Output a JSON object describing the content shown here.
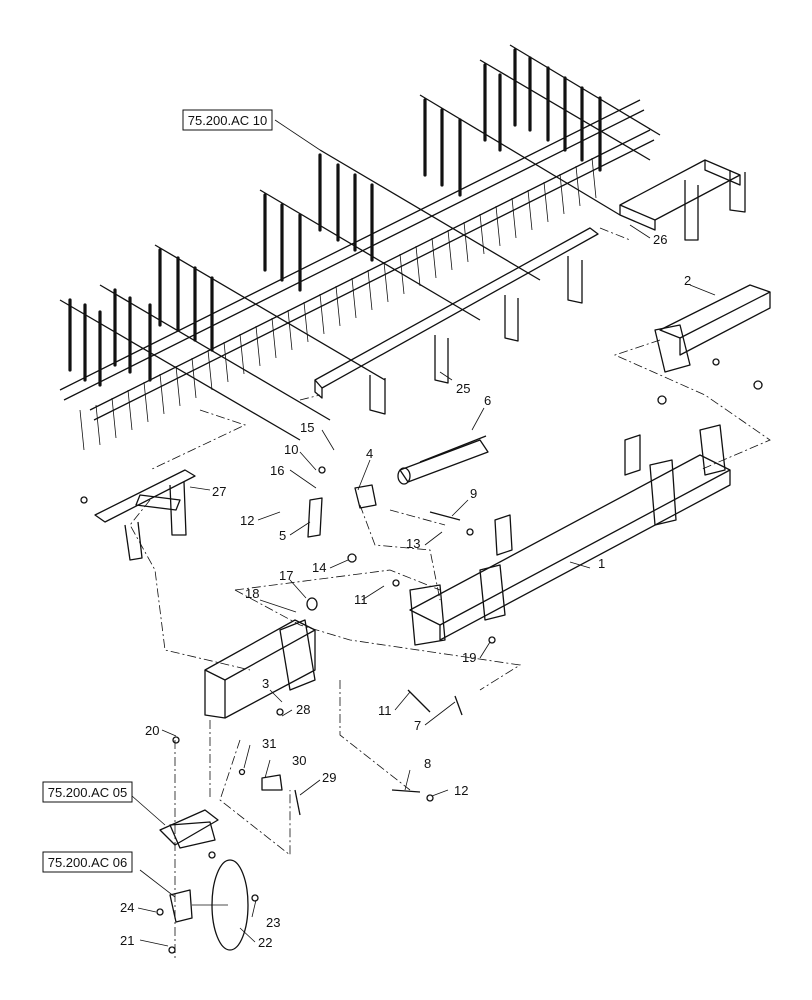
{
  "references": {
    "ac10": "75.200.AC 10",
    "ac05": "75.200.AC 05",
    "ac06": "75.200.AC 06"
  },
  "callouts": {
    "c1": "1",
    "c2": "2",
    "c3": "3",
    "c4": "4",
    "c5": "5",
    "c6": "6",
    "c7": "7",
    "c8": "8",
    "c9": "9",
    "c10": "10",
    "c11a": "11",
    "c11b": "11",
    "c12a": "12",
    "c12b": "12",
    "c13": "13",
    "c14": "14",
    "c15": "15",
    "c16": "16",
    "c17": "17",
    "c18": "18",
    "c19": "19",
    "c20": "20",
    "c21": "21",
    "c22": "22",
    "c23": "23",
    "c24": "24",
    "c25": "25",
    "c26": "26",
    "c27": "27",
    "c28": "28",
    "c29": "29",
    "c30": "30",
    "c31": "31"
  }
}
